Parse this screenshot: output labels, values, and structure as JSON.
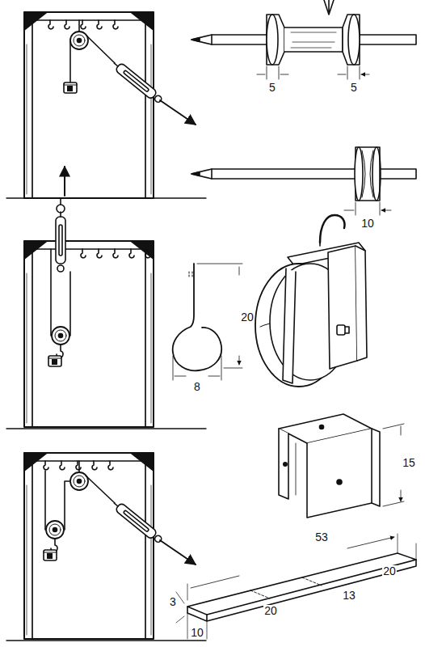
{
  "diagram": {
    "labels": [
      "5",
      "5",
      "10",
      "20",
      "8",
      "15",
      "53",
      "20",
      "13",
      "20",
      "3",
      "10"
    ]
  }
}
